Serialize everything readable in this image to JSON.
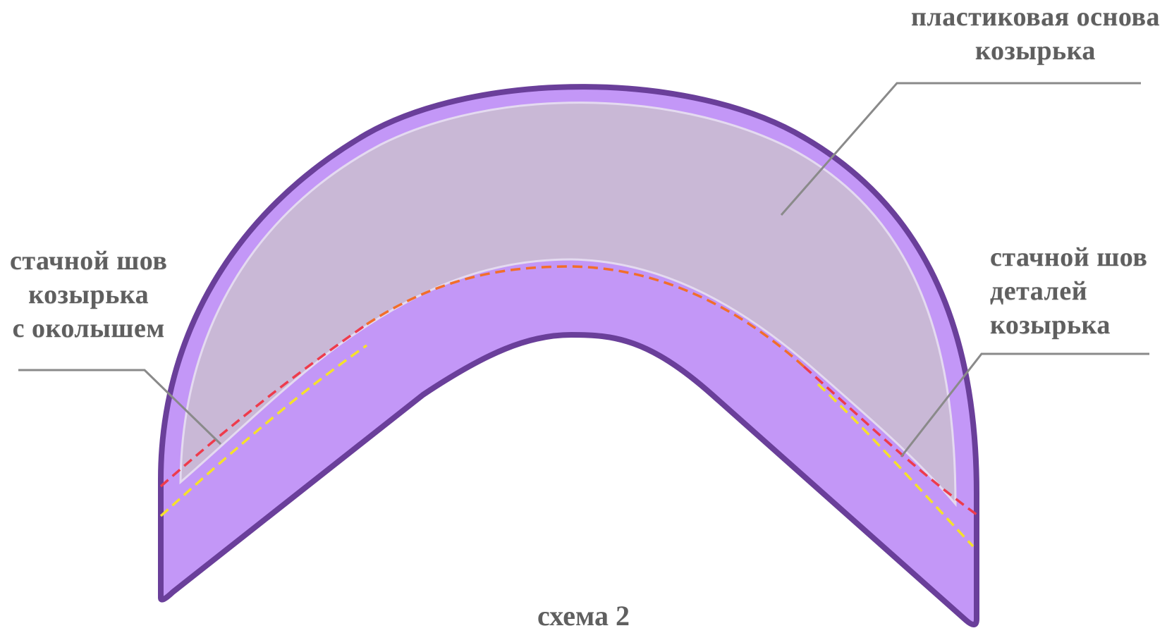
{
  "diagram": {
    "labels": {
      "plastic_base": [
        "пластиковая основа",
        "козырька"
      ],
      "seam_with_band": [
        "стачной шов",
        "козырька",
        "с околышем"
      ],
      "seam_of_parts": [
        "стачной шов",
        "деталей",
        "козырька"
      ]
    },
    "caption": "схема 2"
  },
  "colors": {
    "visor_fill": "#c397f7",
    "visor_outline": "#6a3f9a",
    "plastic_base_fill": "#c9b8d6",
    "seam_red": "#ee3b4c",
    "seam_orange": "#f26e2a",
    "seam_yellow": "#f5e12b",
    "leader_line": "#8a8a8a",
    "label_text": "#5f5f5f"
  }
}
